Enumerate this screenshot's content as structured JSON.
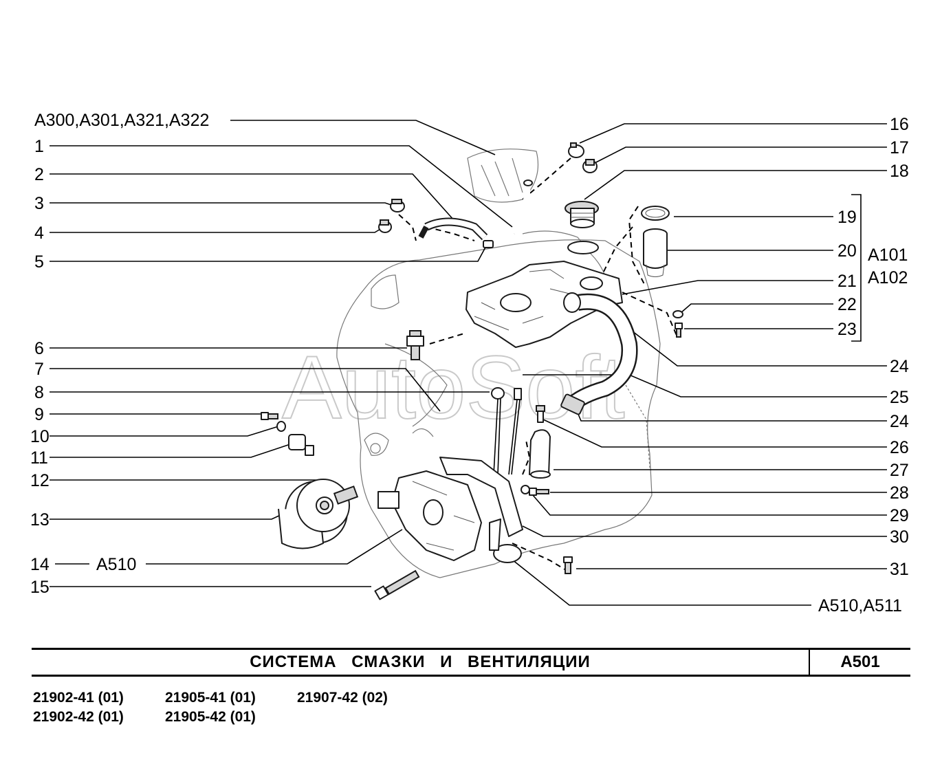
{
  "header_groups": {
    "top": "A300,A301,A321,A322",
    "bracket_right_1": "A101",
    "bracket_right_2": "A102",
    "item_14_ref": "A510",
    "bottom_right": "A510,A511"
  },
  "left_callouts": [
    "1",
    "2",
    "3",
    "4",
    "5",
    "6",
    "7",
    "8",
    "9",
    "10",
    "11",
    "12",
    "13",
    "14",
    "15"
  ],
  "right_callouts": [
    "16",
    "17",
    "18",
    "19",
    "20",
    "21",
    "22",
    "23",
    "24",
    "25",
    "24",
    "26",
    "27",
    "28",
    "29",
    "30",
    "31"
  ],
  "watermark": "AutoSoft",
  "title_block": {
    "title": "СИСТЕМА СМАЗКИ И ВЕНТИЛЯЦИИ",
    "code": "A501"
  },
  "models": [
    "21902-41 (01)",
    "21902-42 (01)",
    "21905-41 (01)",
    "21905-42 (01)",
    "21907-42 (02)"
  ]
}
